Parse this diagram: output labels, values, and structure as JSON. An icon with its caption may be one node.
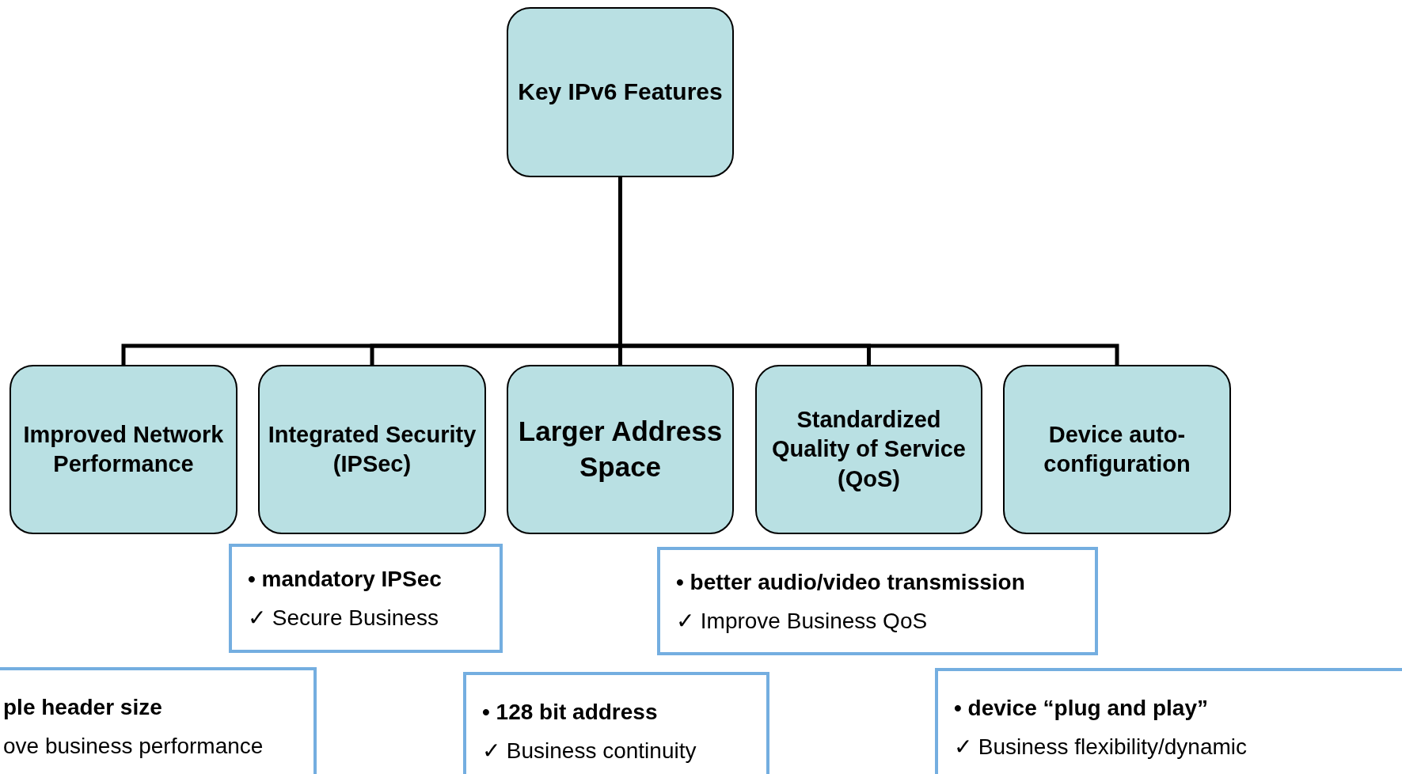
{
  "diagram": {
    "nodes": [
      {
        "text": [
          "Key IPv6 Features"
        ]
      },
      {
        "text": [
          "Improved Network Performance"
        ]
      },
      {
        "text": [
          "Integrated Security (IPSec)"
        ]
      },
      {
        "text": [
          "Larger Address Space"
        ]
      },
      {
        "text": [
          "Standardized Quality of Service (QoS)"
        ]
      },
      {
        "text": [
          "Device auto-configuration"
        ]
      },
      {
        "text": [
          "• mandatory IPSec",
          "✓ Secure Business"
        ]
      },
      {
        "text": [
          "• better audio/video transmission",
          "✓ Improve Business QoS"
        ]
      },
      {
        "text": [
          "ple header size",
          "ove business performance"
        ]
      },
      {
        "text": [
          "• 128 bit address",
          "✓ Business continuity"
        ]
      },
      {
        "text": [
          "• device “plug and play”",
          "✓ Business flexibility/dynamic"
        ]
      }
    ],
    "edges": [
      {
        "from": 0,
        "to": 1,
        "arrow": "none"
      },
      {
        "from": 0,
        "to": 2,
        "arrow": "none"
      },
      {
        "from": 0,
        "to": 3,
        "arrow": "none"
      },
      {
        "from": 0,
        "to": 4,
        "arrow": "none"
      },
      {
        "from": 0,
        "to": 5,
        "arrow": "none"
      }
    ]
  }
}
